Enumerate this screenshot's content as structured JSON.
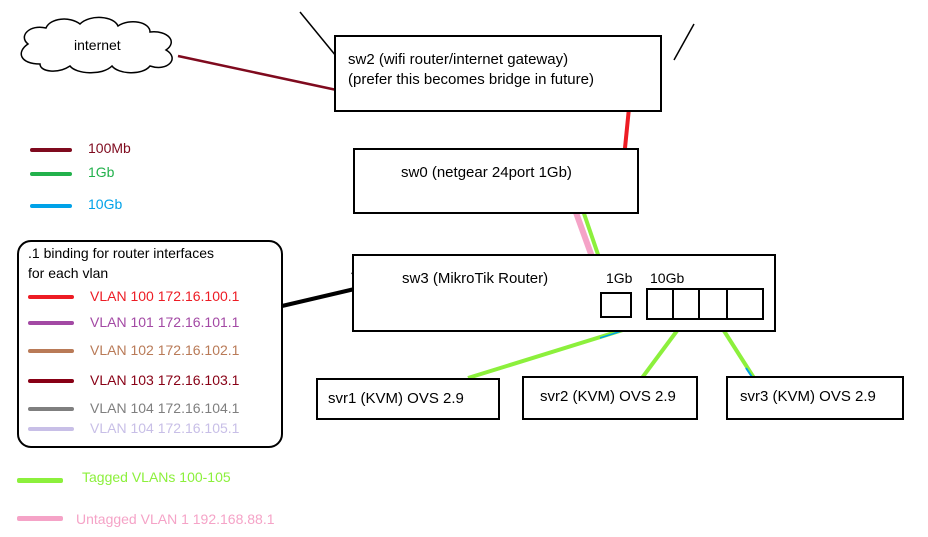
{
  "cloud": {
    "label": "internet"
  },
  "sw2": {
    "line1": "sw2 (wifi router/internet gateway)",
    "line2": "(prefer this becomes bridge in future)"
  },
  "sw0": {
    "label": "sw0 (netgear 24port 1Gb)"
  },
  "sw3": {
    "label": "sw3 (MikroTik Router)",
    "port_1g": "1Gb",
    "port_10g": "10Gb"
  },
  "servers": [
    {
      "label": "svr1 (KVM) OVS 2.9"
    },
    {
      "label": "svr2 (KVM) OVS 2.9"
    },
    {
      "label": "svr3 (KVM) OVS 2.9"
    }
  ],
  "speed_legend": [
    {
      "label": "100Mb",
      "color": "#7f0a1e"
    },
    {
      "label": "1Gb",
      "color": "#22b14c"
    },
    {
      "label": "10Gb",
      "color": "#00a2e8"
    }
  ],
  "vlan_box": {
    "title_line1": ".1 binding for router interfaces",
    "title_line2": "for each vlan",
    "items": [
      {
        "label": "VLAN 100  172.16.100.1",
        "color": "#ed1c24"
      },
      {
        "label": "VLAN 101 172.16.101.1",
        "color": "#a349a4"
      },
      {
        "label": "VLAN 102 172.16.102.1",
        "color": "#b97a57"
      },
      {
        "label": "VLAN 103 172.16.103.1",
        "color": "#880015"
      },
      {
        "label": "VLAN 104 172.16.104.1",
        "color": "#7f7f7f"
      },
      {
        "label": "VLAN 104 172.16.105.1",
        "color": "#c8bfe7"
      }
    ]
  },
  "tag_legend": [
    {
      "label": "Tagged VLANs 100-105",
      "color": "#8cf03c"
    },
    {
      "label": "Untagged VLAN 1  192.168.88.1",
      "color": "#f5a3c7"
    }
  ]
}
